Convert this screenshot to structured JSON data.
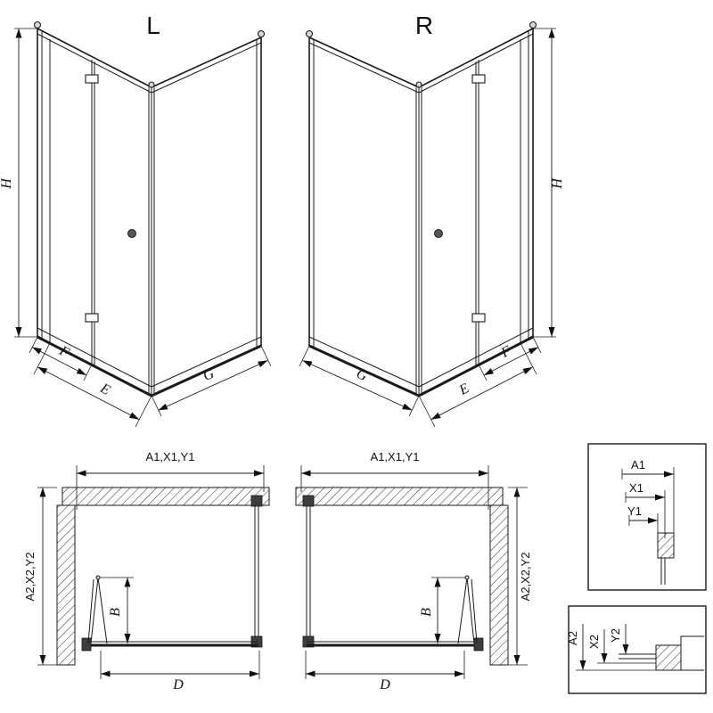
{
  "drawing": {
    "iso_left": {
      "label": "L",
      "dim_height": "H",
      "dim_f": "F",
      "dim_e": "E",
      "dim_g": "G"
    },
    "iso_right": {
      "label": "R",
      "dim_height": "H",
      "dim_f": "F",
      "dim_e": "E",
      "dim_g": "G"
    },
    "plan_left": {
      "dim_top": "A1,X1,Y1",
      "dim_side": "A2,X2,Y2",
      "dim_b": "B",
      "dim_d": "D"
    },
    "plan_middle": {
      "dim_top": "A1,X1,Y1",
      "dim_side": "A2,X2,Y2",
      "dim_b": "B",
      "dim_d": "D"
    },
    "detail_top": {
      "dim_a1": "A1",
      "dim_x1": "X1",
      "dim_y1": "Y1"
    },
    "detail_bottom": {
      "dim_a2": "A2",
      "dim_x2": "X2",
      "dim_y2": "Y2"
    }
  }
}
